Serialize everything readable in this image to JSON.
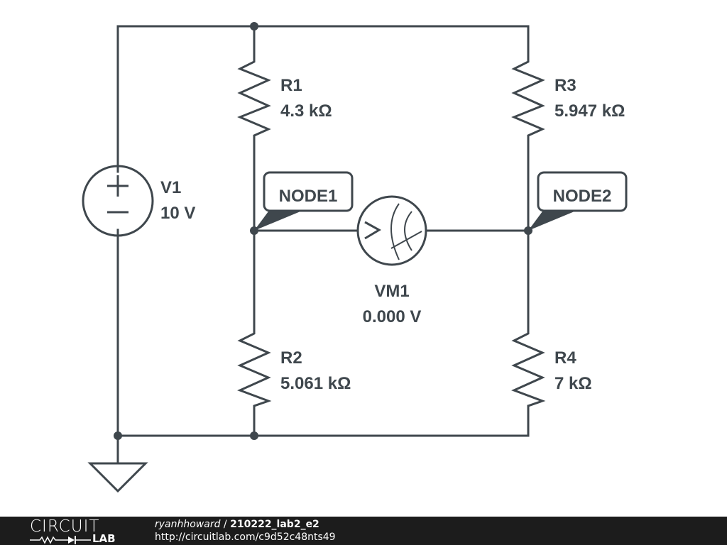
{
  "circuit": {
    "components": {
      "V1": {
        "name": "V1",
        "value": "10 V",
        "type": "dc-voltage-source"
      },
      "R1": {
        "name": "R1",
        "value": "4.3 kΩ",
        "type": "resistor"
      },
      "R2": {
        "name": "R2",
        "value": "5.061 kΩ",
        "type": "resistor"
      },
      "R3": {
        "name": "R3",
        "value": "5.947 kΩ",
        "type": "resistor"
      },
      "R4": {
        "name": "R4",
        "value": "7 kΩ",
        "type": "resistor"
      },
      "VM1": {
        "name": "VM1",
        "value": "0.000 V",
        "type": "voltmeter"
      }
    },
    "nodes": {
      "node1": "NODE1",
      "node2": "NODE2"
    },
    "ground": {
      "type": "ground-symbol"
    }
  },
  "footer": {
    "logo_top": "CIRCUIT",
    "logo_bottom": "LAB",
    "author": "ryanhhoward",
    "separator": " / ",
    "project_title": "210222_lab2_e2",
    "url": "http://circuitlab.com/c9d52c48nts49"
  },
  "colors": {
    "ink": "#3f474d",
    "footer_bg": "#1c1c1c",
    "footer_text": "#ffffff"
  }
}
